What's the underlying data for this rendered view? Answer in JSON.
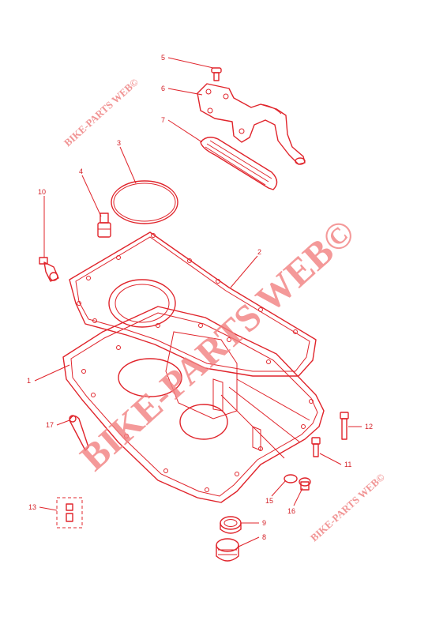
{
  "colors": {
    "line": "#e0242b",
    "watermark": "#f28080"
  },
  "callouts": [
    {
      "id": "1",
      "label": "1"
    },
    {
      "id": "2",
      "label": "2"
    },
    {
      "id": "3",
      "label": "3"
    },
    {
      "id": "4",
      "label": "4"
    },
    {
      "id": "5",
      "label": "5"
    },
    {
      "id": "6",
      "label": "6"
    },
    {
      "id": "7",
      "label": "7"
    },
    {
      "id": "8",
      "label": "8"
    },
    {
      "id": "9",
      "label": "9"
    },
    {
      "id": "10",
      "label": "10"
    },
    {
      "id": "11",
      "label": "11"
    },
    {
      "id": "12",
      "label": "12"
    },
    {
      "id": "13",
      "label": "13"
    },
    {
      "id": "15",
      "label": "15"
    },
    {
      "id": "16",
      "label": "16"
    },
    {
      "id": "17",
      "label": "17"
    }
  ],
  "watermarks": {
    "main": "BIKE-PARTS WEB©",
    "top_left": "BIKE-PARTS WEB©",
    "bottom_right": "BIKE-PARTS WEB©"
  }
}
